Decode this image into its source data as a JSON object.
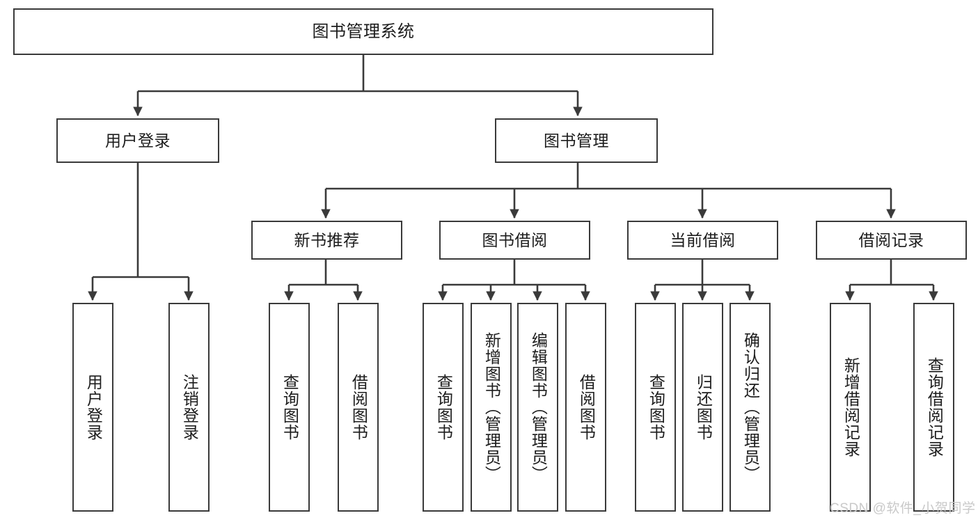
{
  "diagram": {
    "title": "图书管理系统",
    "type": "tree-structure-chart",
    "stroke_color": "#3a3a3a",
    "fill_color": "#ffffff",
    "text_color": "#1c1c1c"
  },
  "nodes": {
    "root": {
      "label": "图书管理系统"
    },
    "level2": [
      {
        "label": "用户登录"
      },
      {
        "label": "图书管理"
      }
    ],
    "level3": [
      {
        "label": "新书推荐"
      },
      {
        "label": "图书借阅"
      },
      {
        "label": "当前借阅"
      },
      {
        "label": "借阅记录"
      }
    ],
    "leaves": {
      "user_login": [
        {
          "label": "用户登录"
        },
        {
          "label": "注销登录"
        }
      ],
      "new_book_recommend": [
        {
          "label": "查询图书"
        },
        {
          "label": "借阅图书"
        }
      ],
      "book_borrow": [
        {
          "label": "查询图书"
        },
        {
          "label": "新增图书（管理员）"
        },
        {
          "label": "编辑图书（管理员）"
        },
        {
          "label": "借阅图书"
        }
      ],
      "current_borrow": [
        {
          "label": "查询图书"
        },
        {
          "label": "归还图书"
        },
        {
          "label": "确认归还（管理员）"
        }
      ],
      "borrow_record": [
        {
          "label": "新增借阅记录"
        },
        {
          "label": "查询借阅记录"
        }
      ]
    }
  },
  "watermark": {
    "text": "CSDN @软件_小贺同学",
    "color": "#c9c9c9"
  }
}
